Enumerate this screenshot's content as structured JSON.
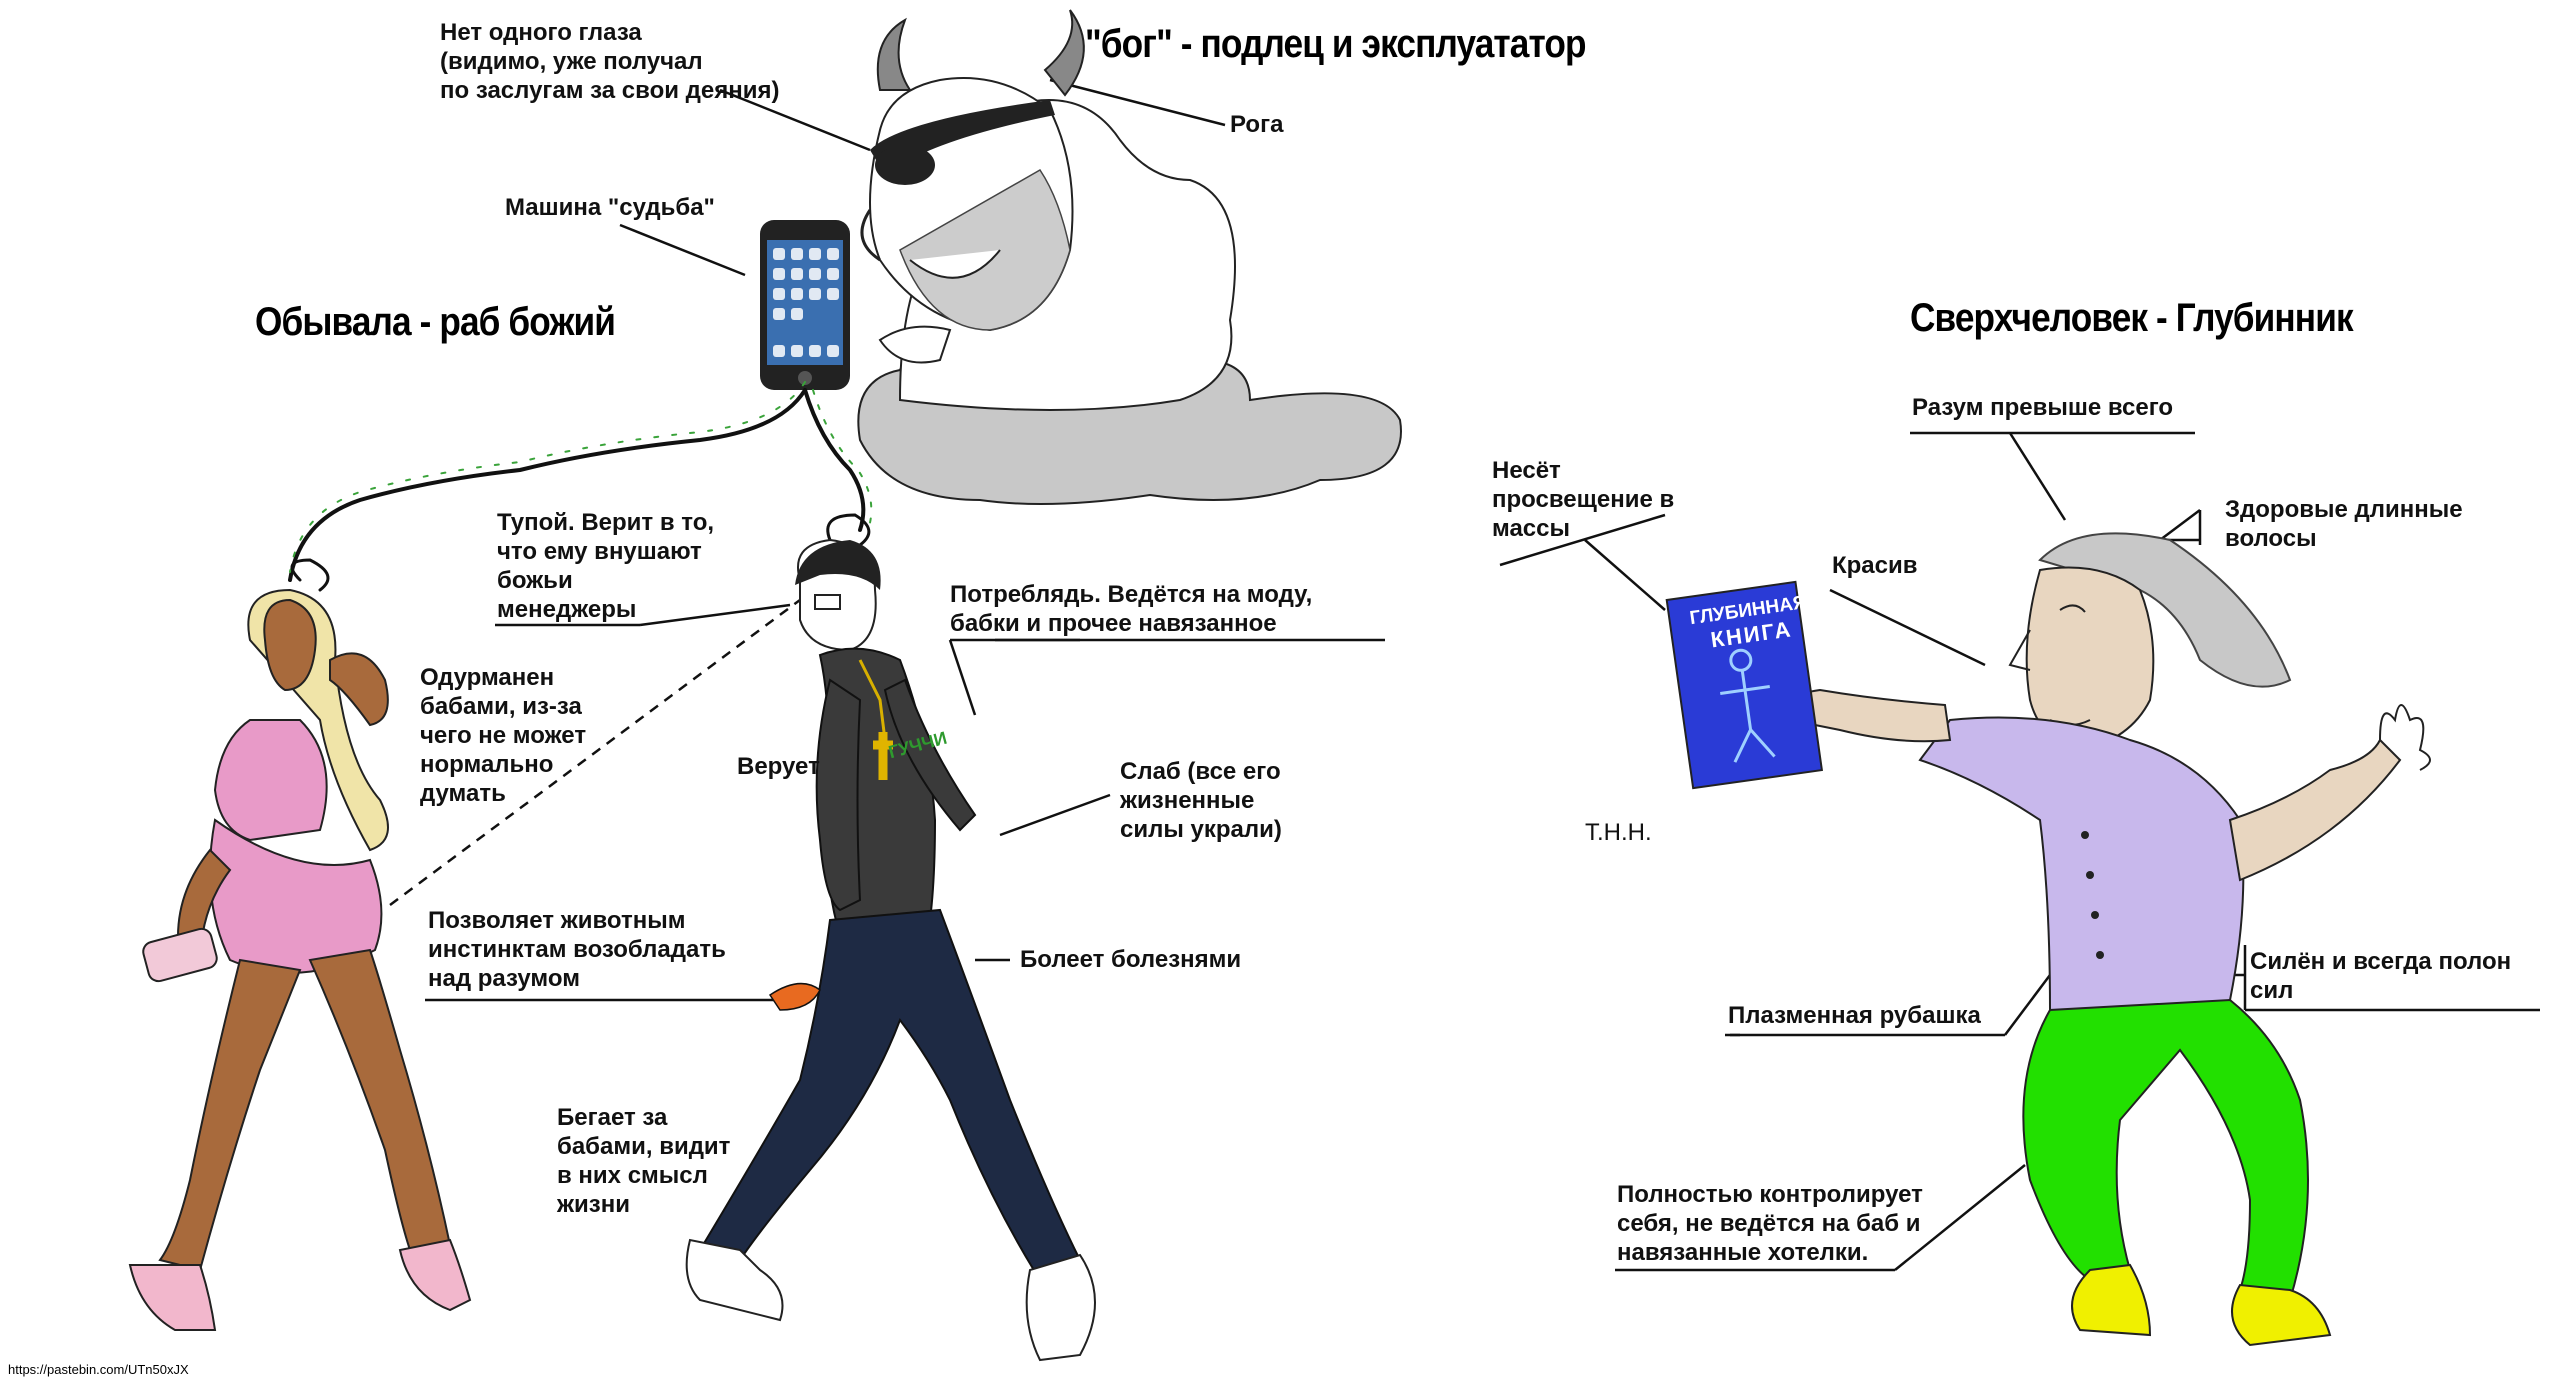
{
  "titles": {
    "god": "\"бог\" - подлец и эксплуататор",
    "normie": "Обывала - раб божий",
    "superman": "Сверхчеловек - Глубинник"
  },
  "labels": {
    "one_eye": "Нет одного глаза\n(видимо, уже получал\nпо заслугам за свои деяния)",
    "horns": "Рога",
    "fate_machine": "Машина \"судьба\"",
    "stupid": "Тупой. Верит в то,\nчто ему внушают\nбожьи\nменеджеры",
    "consumer": "Потреблядь. Ведётся на моду,\nбабки и прочее навязанное",
    "drugged": "Одурманен\nбабами, из-за\nчего не может\nнормально\nдумать",
    "believes": "Верует",
    "weak": "Слаб  (все его\n          жизненные\n          силы украли)",
    "instincts": "Позволяет животным\nинстинктам возобладать\nнад разумом",
    "sick": "Болеет болезнями",
    "runs": "Бегает за\nбабами, видит\nв них смысл\nжизни",
    "reason": "Разум превыше всего",
    "enlightenment": "Несёт\nпросвещение в\nмассы",
    "handsome": "Красив",
    "hair": "Здоровые длинные\nволосы",
    "thn": "Т.Н.Н.",
    "strong": "Силён и всегда полон\nсил",
    "shirt": "Плазменная рубашка",
    "control": "Полностью контролирует\nсебя, не ведётся на баб и\nнавязанные хотелки."
  },
  "book": {
    "line1": "ГЛУБИННАЯ",
    "line2": "КНИГА"
  },
  "shirt_text": "ГУЧЧИ",
  "url": "https://pastebin.com/UTn50xJX",
  "colors": {
    "pants_green": "#22e000",
    "shoes_yellow": "#f0f000",
    "shirt_lilac": "#c8b8ec",
    "book_blue": "#2a3bd6",
    "skin_dark": "#a86a3c",
    "dress_pink": "#e89ac8",
    "cloud_grey": "#c8c8c8",
    "wire_green": "#3aa33a"
  }
}
